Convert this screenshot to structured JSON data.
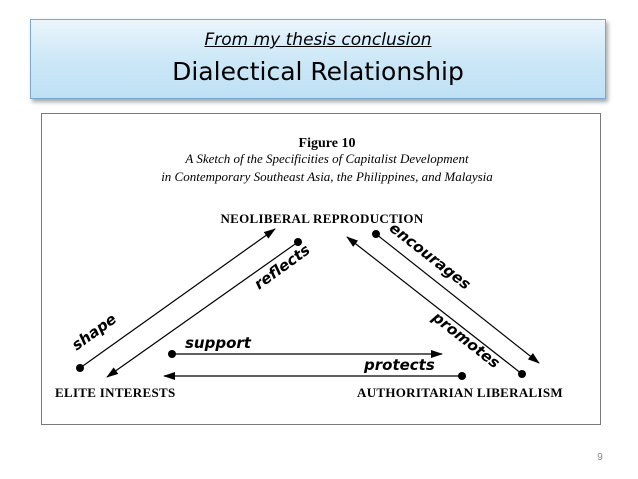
{
  "header": {
    "subtitle": "From my thesis conclusion",
    "title": "Dialectical Relationship"
  },
  "figure": {
    "number": "Figure 10",
    "caption_line1": "A Sketch of the Specificities of Capitalist Development",
    "caption_line2": "in Contemporary Southeast Asia, the Philippines, and Malaysia",
    "nodes": {
      "top": "NEOLIBERAL REPRODUCTION",
      "left": "ELITE INTERESTS",
      "right": "AUTHORITARIAN LIBERALISM"
    },
    "labels": {
      "shape": "shape",
      "reflects": "reflects",
      "encourages": "encourages",
      "promotes": "promotes",
      "support": "support",
      "protects": "protects"
    }
  },
  "footer": {
    "page_number": "9"
  }
}
